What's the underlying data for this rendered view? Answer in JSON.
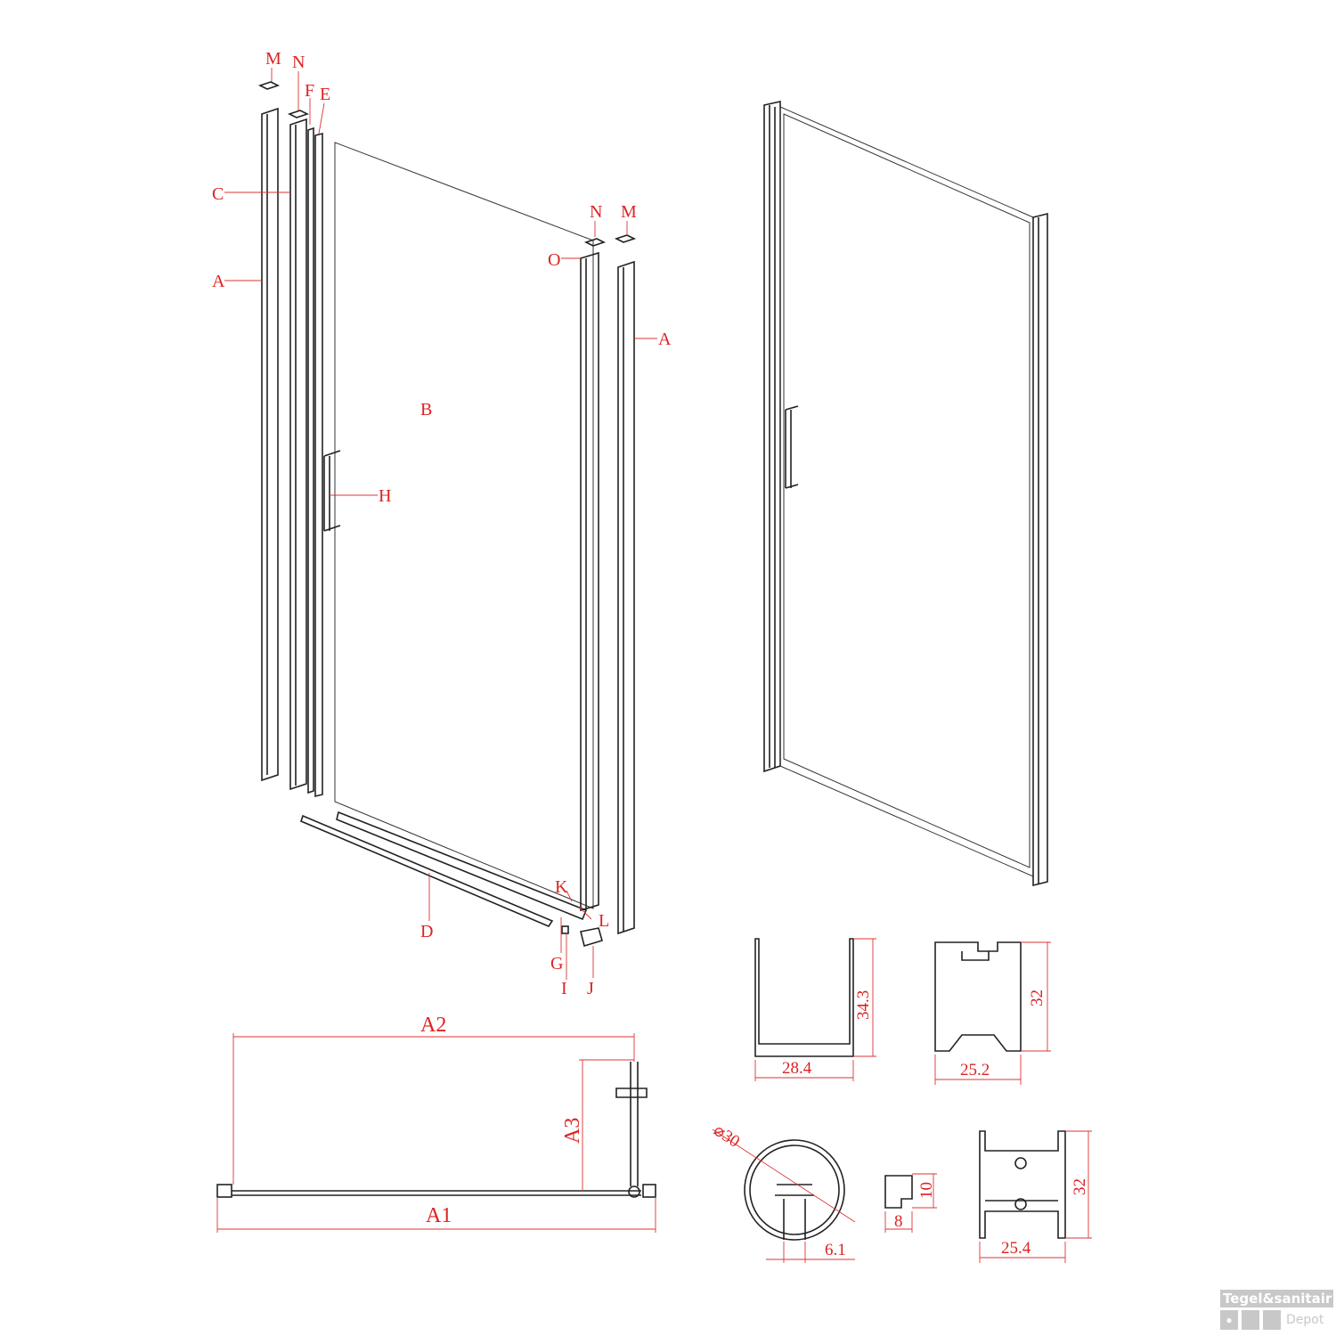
{
  "exploded_view": {
    "labels": {
      "m_left": "M",
      "n_left": "N",
      "f": "F",
      "e": "E",
      "c": "C",
      "a_left": "A",
      "b": "B",
      "h": "H",
      "n_right": "N",
      "m_right": "M",
      "o": "O",
      "a_right": "A",
      "k": "K",
      "l": "L",
      "d": "D",
      "g": "G",
      "i": "I",
      "j": "J"
    }
  },
  "plan_view": {
    "a1": "A1",
    "a2": "A2",
    "a3": "A3"
  },
  "profiles": {
    "u_channel": {
      "height": "34.3",
      "width": "28.4"
    },
    "frame_profile": {
      "height": "32",
      "width": "25.2"
    },
    "round_profile": {
      "diameter": "⌀30",
      "slot": "6.1"
    },
    "small_profile": {
      "height": "10",
      "width": "8"
    },
    "hinge_profile": {
      "height": "32",
      "width": "25.4"
    }
  },
  "logo": {
    "top": "Tegel&sanitair",
    "bottom": "Depot"
  },
  "colors": {
    "annotation": "#dd2222",
    "lines": "#222222",
    "logo": "#c8c8c8"
  }
}
